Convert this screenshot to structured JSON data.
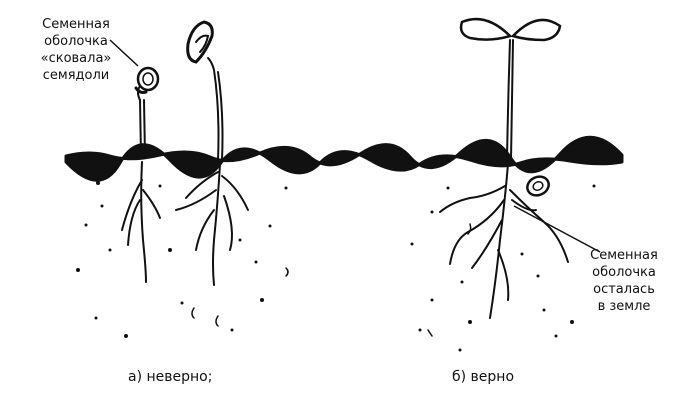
{
  "annotations": {
    "stuck_coat": [
      "Семенная",
      "оболочка",
      "«сковала»",
      "семядоли"
    ],
    "coat_left_in_soil": [
      "Семенная",
      "оболочка",
      "осталась",
      "в земле"
    ]
  },
  "captions": {
    "wrong": "а) неверно;",
    "right": "б) верно"
  }
}
